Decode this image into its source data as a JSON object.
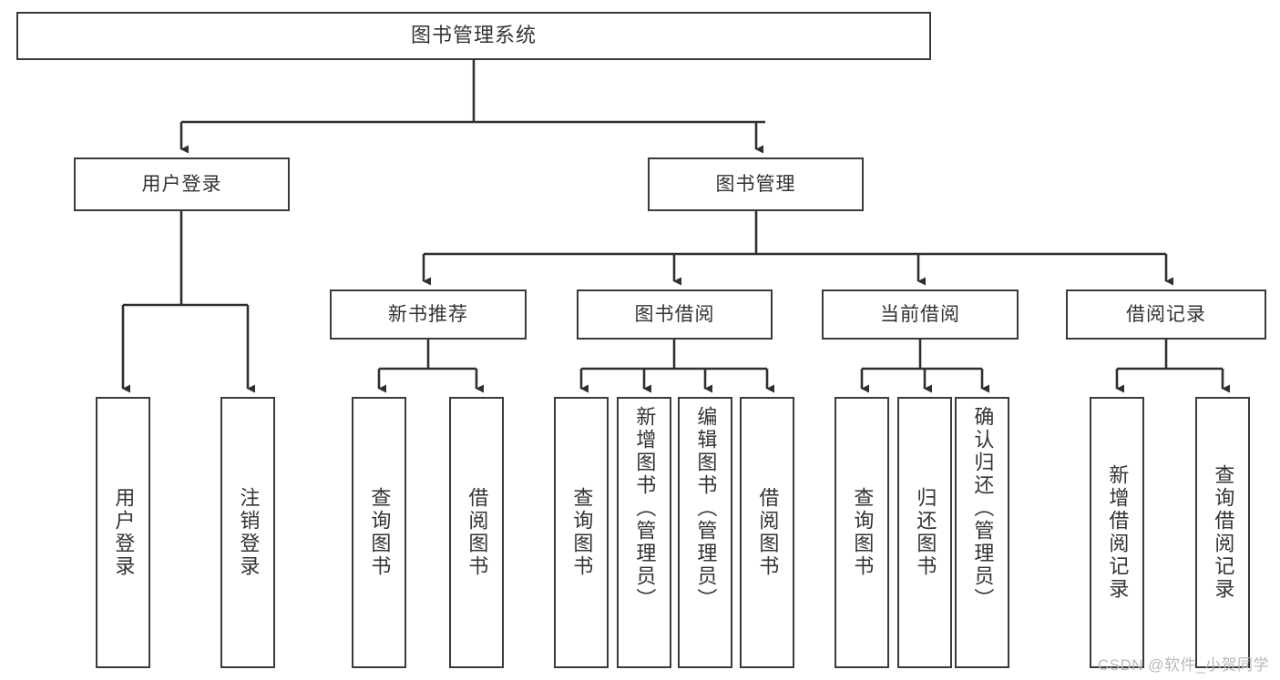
{
  "diagram": {
    "title": "图书管理系统",
    "type": "hierarchy-tree",
    "root": {
      "label": "图书管理系统"
    },
    "level2": [
      {
        "label": "用户登录"
      },
      {
        "label": "图书管理"
      }
    ],
    "level3": [
      {
        "label": "新书推荐"
      },
      {
        "label": "图书借阅"
      },
      {
        "label": "当前借阅"
      },
      {
        "label": "借阅记录"
      }
    ],
    "leaves": [
      {
        "label": "用户登录"
      },
      {
        "label": "注销登录"
      },
      {
        "label": "查询图书"
      },
      {
        "label": "借阅图书"
      },
      {
        "label": "查询图书"
      },
      {
        "label": "新增图书（管理员）"
      },
      {
        "label": "编辑图书（管理员）"
      },
      {
        "label": "借阅图书"
      },
      {
        "label": "查询图书"
      },
      {
        "label": "归还图书"
      },
      {
        "label": "确认归还（管理员）"
      },
      {
        "label": "新增借阅记录"
      },
      {
        "label": "查询借阅记录"
      }
    ],
    "colors": {
      "box_border": "#3a3a3a",
      "box_fill": "#ffffff",
      "text": "#333333",
      "wire": "#2f2f2f",
      "watermark": "#b9b9b9"
    }
  },
  "watermark": {
    "text": "CSDN @软件_小贺同学"
  }
}
